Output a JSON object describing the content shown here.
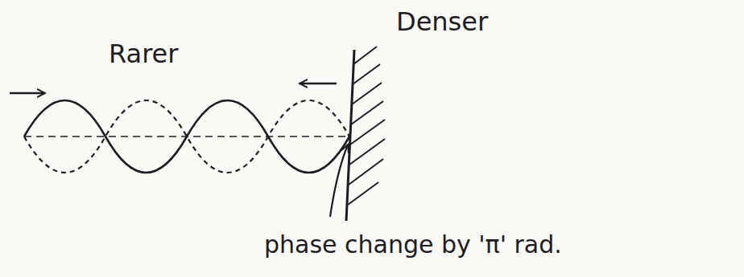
{
  "diagram": {
    "labels": [
      "Rarer",
      "Denser",
      "phase change by 'π' rad."
    ]
  }
}
